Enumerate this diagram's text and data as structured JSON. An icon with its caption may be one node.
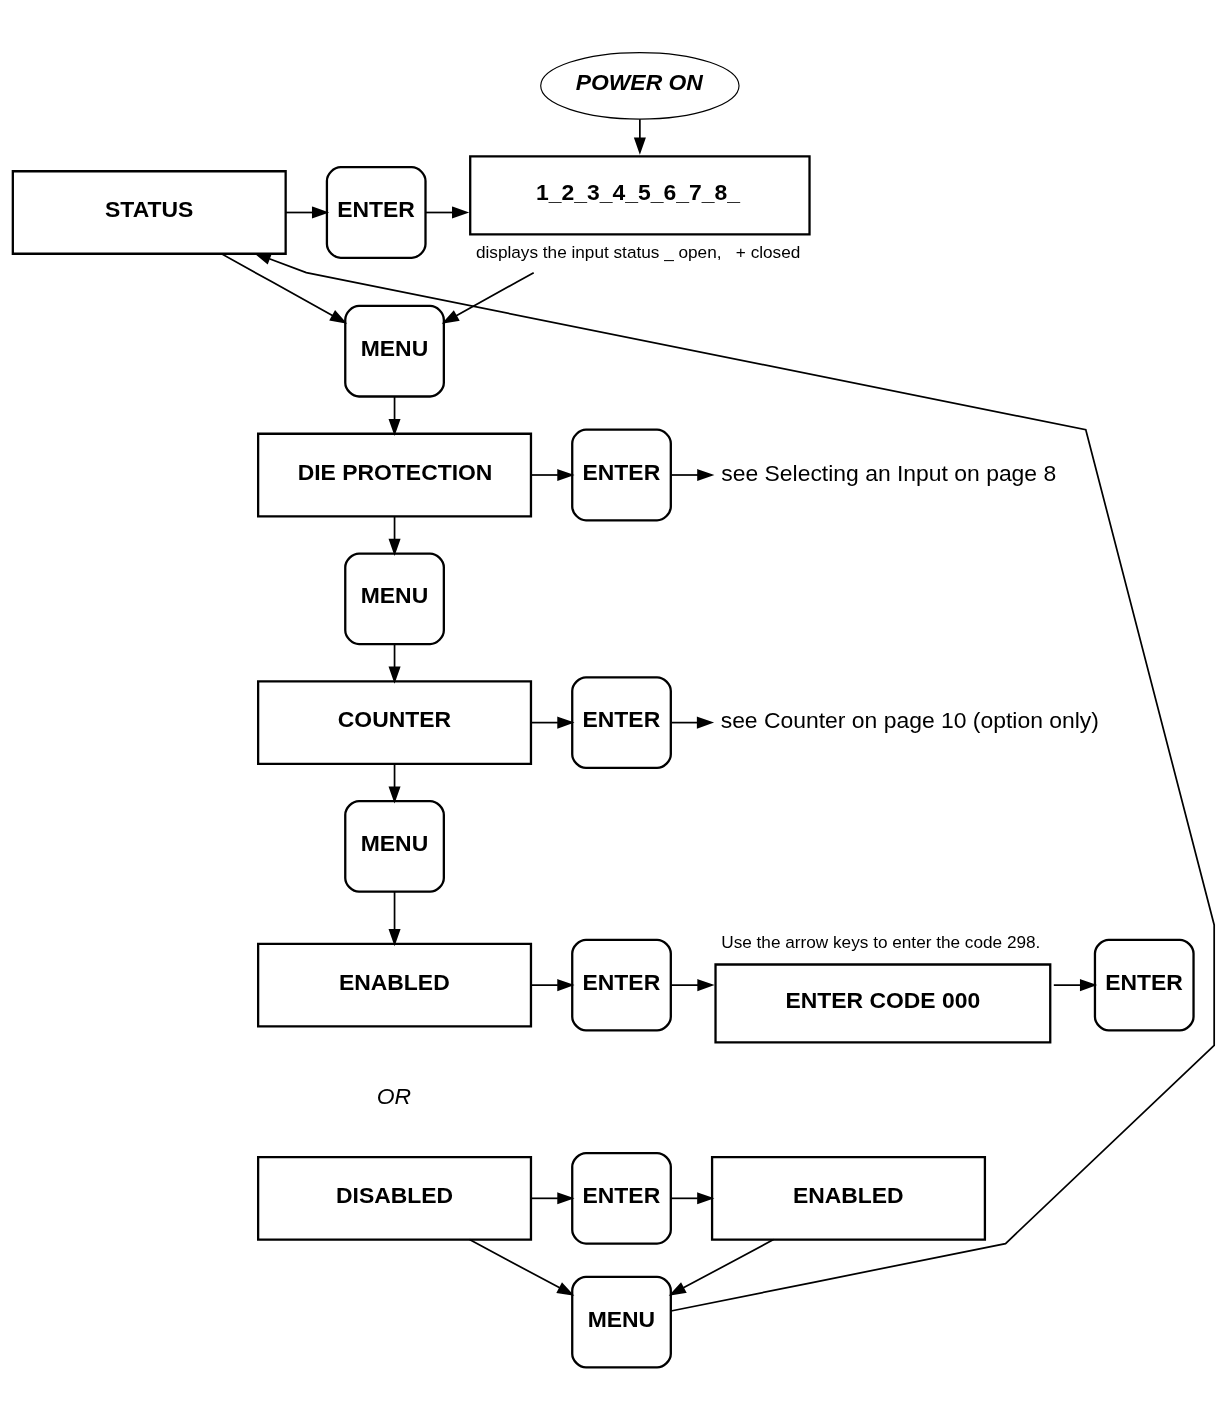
{
  "diagram": {
    "nodes": [
      {
        "text": [
          "POWER ON"
        ]
      },
      {
        "text": [
          "STATUS"
        ]
      },
      {
        "text": [
          "ENTER"
        ]
      },
      {
        "text": [
          "1_2_3_4_5_6_7_8_"
        ],
        "beside": [
          "displays the input status _ open,   + closed"
        ]
      },
      {
        "text": [
          "MENU"
        ]
      },
      {
        "text": [
          "DIE PROTECTION"
        ]
      },
      {
        "text": [
          "ENTER"
        ]
      },
      {
        "text": [
          "see Selecting an Input on page 8"
        ]
      },
      {
        "text": [
          "MENU"
        ]
      },
      {
        "text": [
          "COUNTER"
        ]
      },
      {
        "text": [
          "ENTER"
        ]
      },
      {
        "text": [
          "see Counter on page 10 (option only)"
        ]
      },
      {
        "text": [
          "MENU"
        ]
      },
      {
        "text": [
          "ENABLED"
        ]
      },
      {
        "text": [
          "ENTER"
        ]
      },
      {
        "text": [
          "ENTER CODE 000"
        ],
        "beside": [
          "Use the arrow keys to enter the code 298."
        ]
      },
      {
        "text": [
          "ENTER"
        ]
      },
      {
        "text": [
          "DISABLED"
        ]
      },
      {
        "text": [
          "ENTER"
        ]
      },
      {
        "text": [
          "ENABLED"
        ]
      },
      {
        "text": [
          "MENU"
        ]
      }
    ],
    "edges": [
      {
        "from": 0,
        "to": 3,
        "arrow": "to"
      },
      {
        "from": 1,
        "to": 2,
        "arrow": "to"
      },
      {
        "from": 2,
        "to": 3,
        "arrow": "to"
      },
      {
        "from": 1,
        "to": 4,
        "arrow": "to"
      },
      {
        "from": 3,
        "to": 4,
        "arrow": "to"
      },
      {
        "from": 4,
        "to": 5,
        "arrow": "to"
      },
      {
        "from": 5,
        "to": 6,
        "arrow": "to"
      },
      {
        "from": 6,
        "to": 7,
        "arrow": "to"
      },
      {
        "from": 5,
        "to": 8,
        "arrow": "to"
      },
      {
        "from": 8,
        "to": 9,
        "arrow": "to"
      },
      {
        "from": 9,
        "to": 10,
        "arrow": "to"
      },
      {
        "from": 10,
        "to": 11,
        "arrow": "to"
      },
      {
        "from": 9,
        "to": 12,
        "arrow": "to"
      },
      {
        "from": 12,
        "to": 13,
        "arrow": "to"
      },
      {
        "from": 13,
        "to": 14,
        "arrow": "to"
      },
      {
        "from": 14,
        "to": 15,
        "arrow": "to"
      },
      {
        "from": 15,
        "to": 16,
        "arrow": "to"
      },
      {
        "from": 17,
        "to": 18,
        "arrow": "to"
      },
      {
        "from": 18,
        "to": 19,
        "arrow": "to"
      },
      {
        "from": 17,
        "to": 20,
        "arrow": "to"
      },
      {
        "from": 19,
        "to": 20,
        "arrow": "to"
      },
      {
        "from": 20,
        "to": 1,
        "arrow": "to"
      }
    ],
    "labels": [
      "OR"
    ]
  }
}
